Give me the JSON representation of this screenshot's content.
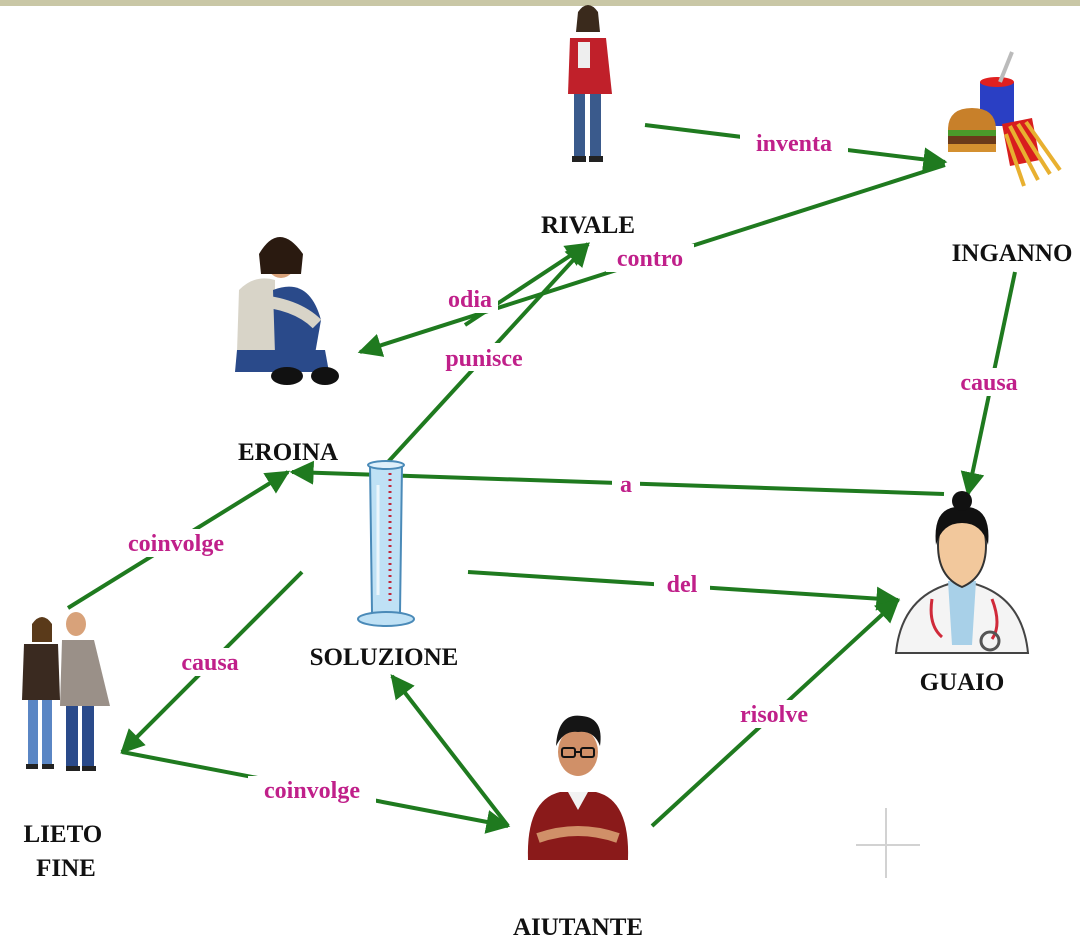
{
  "colors": {
    "arrow": "#1f7a1f",
    "edge_label": "#c0208a",
    "node_label": "#111111",
    "top_bar": "#c9c7a6"
  },
  "nodes": [
    {
      "id": "rivale",
      "label": "RIVALE",
      "icon": "woman-standing-icon"
    },
    {
      "id": "inganno",
      "label": "INGANNO",
      "icon": "fast-food-icon"
    },
    {
      "id": "eroina",
      "label": "EROINA",
      "icon": "woman-sitting-icon"
    },
    {
      "id": "soluzione",
      "label": "SOLUZIONE",
      "icon": "test-tube-icon"
    },
    {
      "id": "guaio",
      "label": "GUAIO",
      "icon": "doctor-icon"
    },
    {
      "id": "lieto-fine",
      "label": "LIETO\nFINE",
      "icon": "couple-icon"
    },
    {
      "id": "aiutante",
      "label": "AIUTANTE",
      "icon": "young-man-icon"
    }
  ],
  "edges": [
    {
      "id": "inventa",
      "label": "inventa"
    },
    {
      "id": "contro",
      "label": "contro"
    },
    {
      "id": "odia",
      "label": "odia"
    },
    {
      "id": "punisce",
      "label": "punisce"
    },
    {
      "id": "causa-inganno-guaio",
      "label": "causa"
    },
    {
      "id": "a",
      "label": "a"
    },
    {
      "id": "coinvolge-lieto-eroina",
      "label": "coinvolge"
    },
    {
      "id": "del",
      "label": "del"
    },
    {
      "id": "causa-soluzione-lieto",
      "label": "causa"
    },
    {
      "id": "risolve",
      "label": "risolve"
    },
    {
      "id": "coinvolge-lieto-aiutante",
      "label": "coinvolge"
    },
    {
      "id": "aiutante-soluzione",
      "label": ""
    }
  ]
}
